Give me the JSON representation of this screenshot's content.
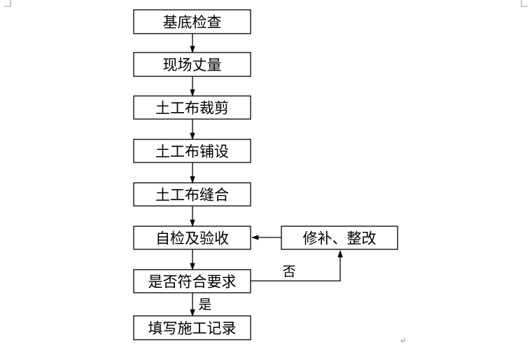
{
  "diagram": {
    "nodes": {
      "n1": "基底检查",
      "n2": "现场丈量",
      "n3": "土工布裁剪",
      "n4": "土工布铺设",
      "n5": "土工布缝合",
      "n6": "自检及验收",
      "n7": "是否符合要求",
      "n8": "填写施工记录",
      "repair": "修补、整改"
    },
    "edges": {
      "no_label": "否",
      "yes_label": "是"
    }
  },
  "colors": {
    "line": "#000000",
    "box_fill": "#ffffff",
    "page_marks": "#9a9a9a"
  }
}
